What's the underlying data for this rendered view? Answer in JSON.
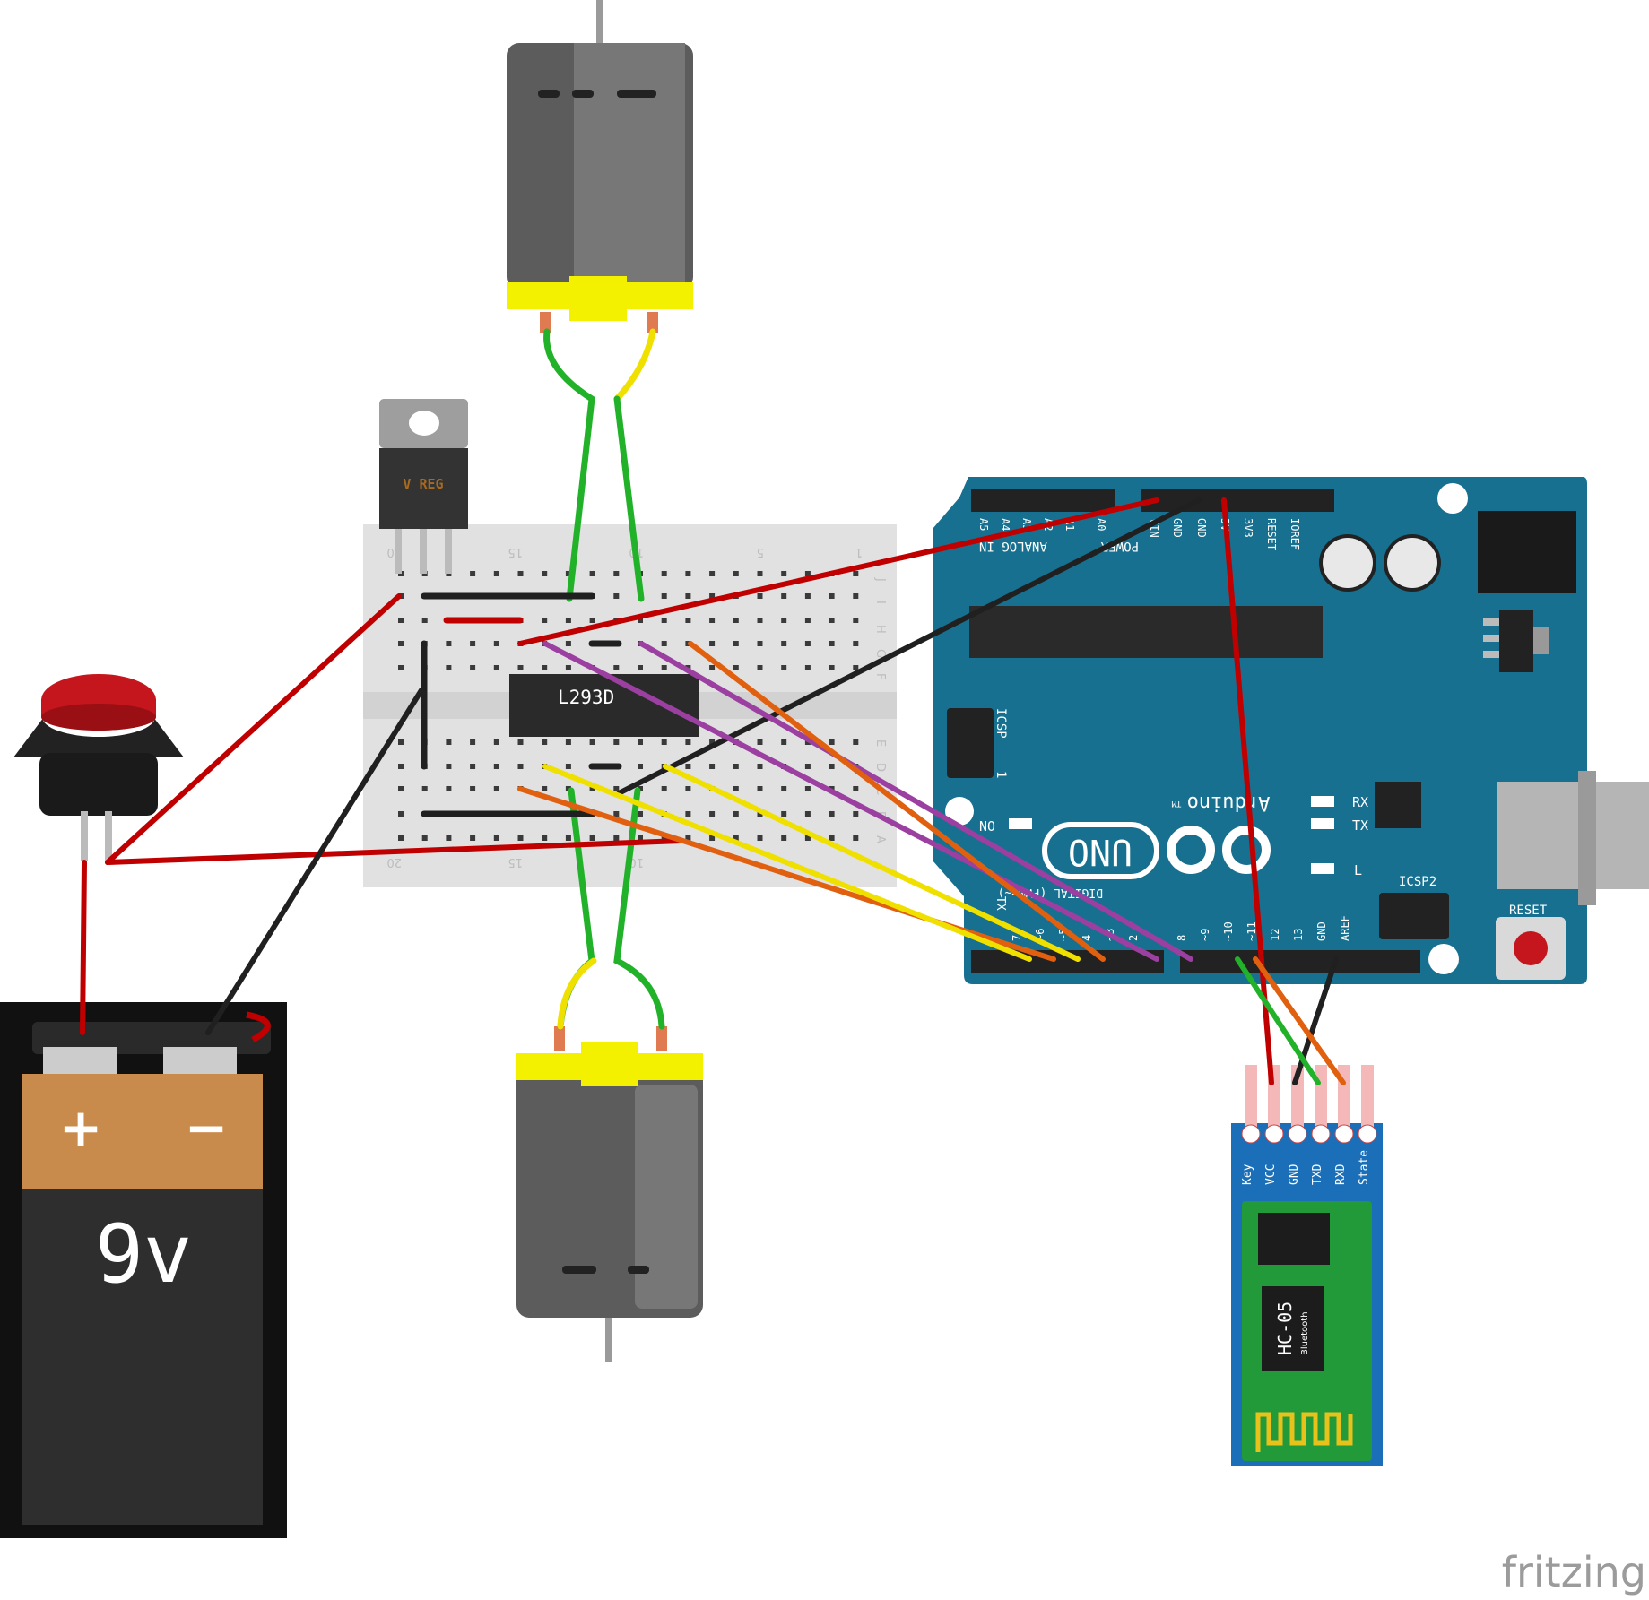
{
  "watermark": "fritzing",
  "regulator": {
    "label": "V REG"
  },
  "driver_chip": {
    "label": "L293D"
  },
  "battery": {
    "plus": "+",
    "minus": "−",
    "voltage": "9v"
  },
  "breadboard": {
    "row_letters_top": [
      "J",
      "I",
      "H",
      "G",
      "F"
    ],
    "row_letters_bottom": [
      "E",
      "D",
      "C",
      "B",
      "A"
    ],
    "column_numbers": [
      "20",
      "15",
      "10",
      "5",
      "1"
    ]
  },
  "arduino": {
    "logo": "UNO",
    "brand": "Arduino",
    "tm": "TM",
    "on_label": "ON",
    "rx_label": "RX",
    "tx_label": "TX",
    "l_label": "L",
    "icsp_label": "ICSP",
    "icsp1_num": "1",
    "icsp2_label": "ICSP2",
    "reset_label": "RESET",
    "analog_label": "ANALOG IN",
    "power_label": "POWER",
    "digital_label": "DIGITAL (PWM=~)",
    "tx_pin_label": "TX",
    "analog_pins": [
      "A5",
      "A4",
      "A3",
      "A2",
      "A1",
      "A0"
    ],
    "power_pins": [
      "VIN",
      "GND",
      "GND",
      "5V",
      "3V3",
      "RESET",
      "IOREF"
    ],
    "digital_pins_high": [
      "8",
      "~9",
      "~10",
      "~11",
      "12",
      "13",
      "GND",
      "AREF"
    ],
    "digital_pins_low": [
      "7",
      "~6",
      "~5",
      "4",
      "~3",
      "2"
    ]
  },
  "bluetooth": {
    "model": "HC-05",
    "sub": "Bluetooth",
    "pins": [
      "Key",
      "VCC",
      "GND",
      "TXD",
      "RXD",
      "State"
    ]
  },
  "colors": {
    "wire_red": "#c00000",
    "wire_black": "#202020",
    "wire_green": "#22b22a",
    "wire_yellow": "#f0e000",
    "wire_orange": "#e06010",
    "wire_purple": "#9b3fa0",
    "arduino_board": "#17708f",
    "bt_board": "#1a6fb8",
    "motor_yellow": "#f3f000"
  }
}
